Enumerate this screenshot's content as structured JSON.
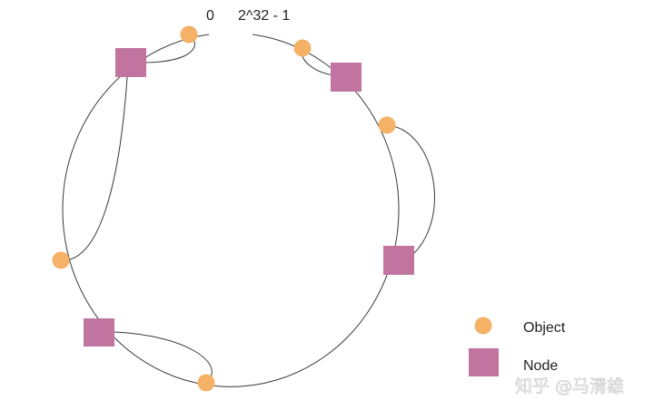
{
  "ring": {
    "start_label": "0",
    "end_label": "2^32 - 1"
  },
  "legend": {
    "object_label": "Object",
    "node_label": "Node"
  },
  "watermark": "知乎 @马清雄",
  "colors": {
    "object": "#f5b166",
    "node": "#c0749f",
    "line": "#3a3a3a"
  }
}
